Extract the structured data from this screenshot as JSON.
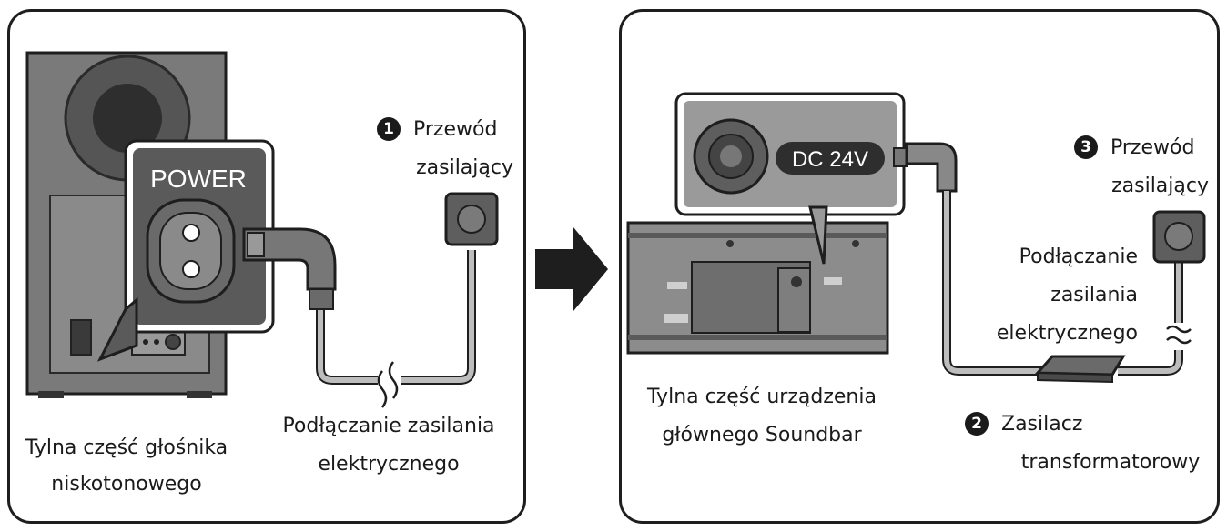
{
  "left": {
    "power_label": "POWER",
    "cable_number": "1",
    "cable_label_line1": "Przewód",
    "cable_label_line2": "zasilający",
    "subwoofer_line1": "Tylna część głośnika",
    "subwoofer_line2": "niskotonowego",
    "connection_line1": "Podłączanie zasilania",
    "connection_line2": "elektrycznego"
  },
  "right": {
    "dc_label": "DC 24V",
    "cable_number": "3",
    "cable_label_line1": "Przewód",
    "cable_label_line2": "zasilający",
    "connection_line1": "Podłączanie",
    "connection_line2": "zasilania",
    "connection_line3": "elektrycznego",
    "soundbar_line1": "Tylna część urządzenia",
    "soundbar_line2": "głównego Soundbar",
    "adapter_number": "2",
    "adapter_line1": "Zasilacz",
    "adapter_line2": "transformatorowy"
  },
  "colors": {
    "device_dark": "#6b6b6b",
    "device_mid": "#8e8e8e",
    "callout_bg": "#5a5a5a",
    "cable": "#b8b8b8",
    "outline": "#1e1e1e"
  }
}
